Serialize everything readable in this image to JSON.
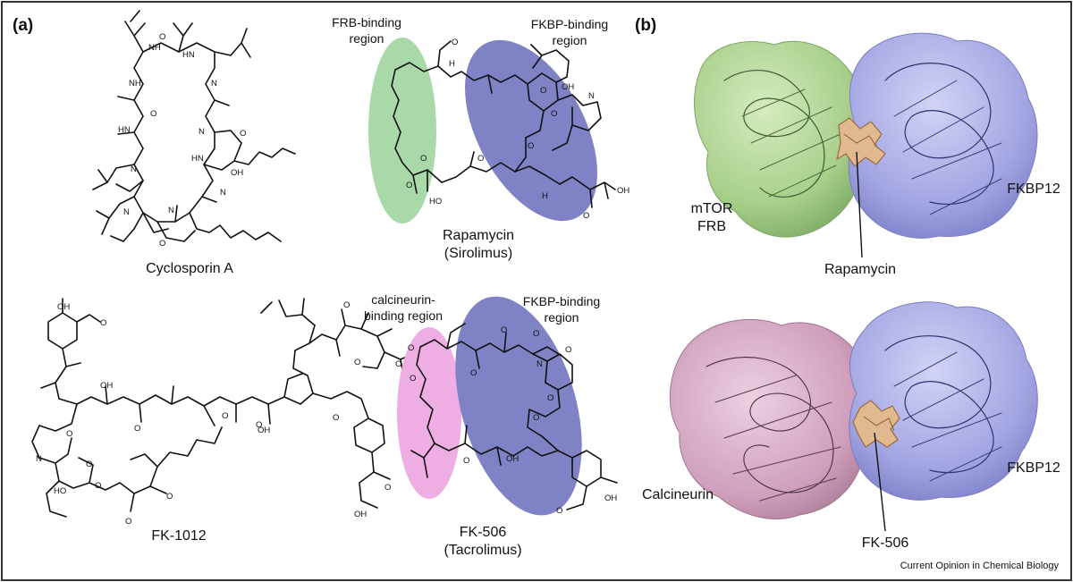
{
  "panels": {
    "a_label": "(a)",
    "b_label": "(b)"
  },
  "molecules": {
    "cyclosporin": "Cyclosporin A",
    "rapamycin_line1": "Rapamycin",
    "rapamycin_line2": "(Sirolimus)",
    "fk1012": "FK-1012",
    "fk506_line1": "FK-506",
    "fk506_line2": "(Tacrolimus)"
  },
  "regions": {
    "frb_line1": "FRB-binding",
    "frb_line2": "region",
    "fkbp_line1": "FKBP-binding",
    "fkbp_line2": "region",
    "calcineurin_line1": "calcineurin-",
    "calcineurin_line2": "binding region",
    "fkbp2_line1": "FKBP-binding",
    "fkbp2_line2": "region"
  },
  "proteins": {
    "mtor_line1": "mTOR",
    "mtor_line2": "FRB",
    "fkbp12_top": "FKBP12",
    "rapamycin": "Rapamycin",
    "calcineurin": "Calcineurin",
    "fkbp12_bottom": "FKBP12",
    "fk506": "FK-506"
  },
  "atoms": {
    "NH": "NH",
    "N": "N",
    "HN": "HN",
    "O": "O",
    "OH": "OH",
    "HO": "HO",
    "H": "H"
  },
  "credit": "Current Opinion in Chemical Biology",
  "colors": {
    "border": "#333333",
    "frb_region": "#a9d8a9",
    "fkbp_region": "#7f82c4",
    "calcineurin_region": "#eeaee3",
    "mtor_surface": "#b5d69a",
    "fkbp12_surface": "#a8aae4",
    "calcineurin_surface": "#d5a4c0",
    "ligand": "#c9a173"
  }
}
